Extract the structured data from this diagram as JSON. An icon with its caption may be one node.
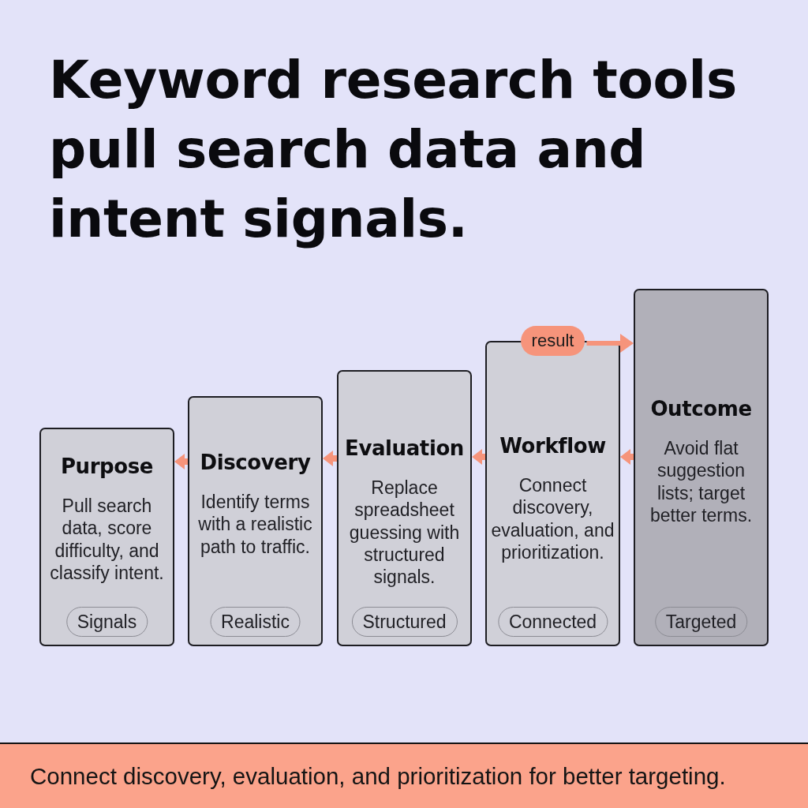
{
  "diagram": {
    "title": "Keyword research tools pull search data and intent signals.",
    "caption": "Connect discovery, evaluation, and prioritization for better targeting.",
    "nodes": [
      {
        "text": [
          "Purpose",
          "Pull search data, score difficulty, and classify intent."
        ]
      },
      {
        "text": [
          "Signals"
        ],
        "in": 0
      },
      {
        "text": [
          "Discovery",
          "Identify terms with a realistic path to traffic."
        ]
      },
      {
        "text": [
          "Realistic"
        ],
        "in": 2
      },
      {
        "text": [
          "Evaluation",
          "Replace spreadsheet guessing with structured signals."
        ]
      },
      {
        "text": [
          "Structured"
        ],
        "in": 4
      },
      {
        "text": [
          "Workflow",
          "Connect discovery, evaluation, and prioritization."
        ]
      },
      {
        "text": [
          "Connected"
        ],
        "in": 6
      },
      {
        "text": [
          "Outcome",
          "Avoid flat suggestion lists; target better terms."
        ]
      },
      {
        "text": [
          "Targeted"
        ],
        "in": 8
      }
    ],
    "edges": [
      {
        "from": 2,
        "to": 0,
        "arrow": "to"
      },
      {
        "from": 4,
        "to": 2,
        "arrow": "to"
      },
      {
        "from": 6,
        "to": 4,
        "arrow": "to"
      },
      {
        "from": 8,
        "to": 6,
        "arrow": "to"
      },
      {
        "from": 6,
        "to": 8,
        "arrow": "to",
        "label": "result"
      }
    ]
  }
}
